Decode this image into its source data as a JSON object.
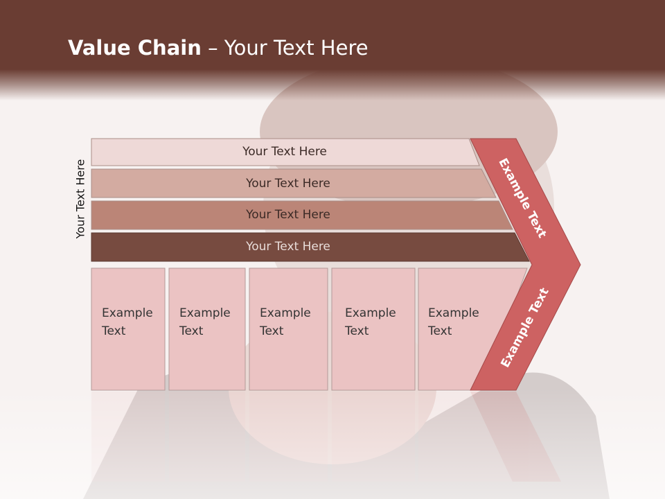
{
  "slide": {
    "title_bold": "Value Chain",
    "title_rest": " – Your Text Here",
    "side_label": "Your Text Here",
    "rows": [
      {
        "label": "Your Text Here",
        "color": "#eed9d7"
      },
      {
        "label": "Your Text Here",
        "color": "#d3aba1"
      },
      {
        "label": "Your Text Here",
        "color": "#bb8577"
      },
      {
        "label": "Your Text Here",
        "color": "#774b40"
      }
    ],
    "columns": [
      {
        "line1": "Example",
        "line2": "Text"
      },
      {
        "line1": "Example",
        "line2": "Text"
      },
      {
        "line1": "Example",
        "line2": "Text"
      },
      {
        "line1": "Example",
        "line2": "Text"
      },
      {
        "line1": "Example",
        "line2": "Text"
      }
    ],
    "arrow_top_label": "Example Text",
    "arrow_bottom_label": "Example Text",
    "colors": {
      "header": "#6a3d33",
      "column_fill": "#ebc3c3",
      "arrow_fill": "#cd6262"
    }
  }
}
